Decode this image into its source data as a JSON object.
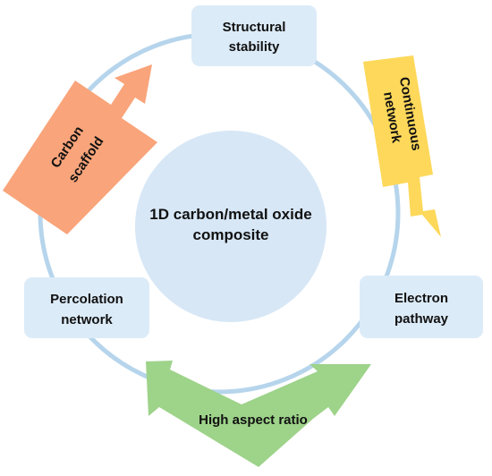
{
  "center": {
    "line1": "1D carbon/metal oxide",
    "line2": "composite"
  },
  "nodes": {
    "structural": {
      "line1": "Structural",
      "line2": "stability"
    },
    "electron": {
      "line1": "Electron",
      "line2": "pathway"
    },
    "percolation": {
      "line1": "Percolation",
      "line2": "network"
    }
  },
  "arrows": {
    "carbon_scaffold": {
      "line1": "Carbon",
      "line2": "scaffold",
      "color": "#F9A47A"
    },
    "continuous_network": {
      "line1": "Continuous",
      "line2": "network",
      "color": "#FDD85A"
    },
    "high_aspect_ratio": {
      "label": "High aspect ratio",
      "color": "#9ED38A"
    }
  },
  "colors": {
    "ring": "#B6D5EC",
    "center_fill": "#D7E7F6",
    "node_fill": "#DCEBF8"
  }
}
